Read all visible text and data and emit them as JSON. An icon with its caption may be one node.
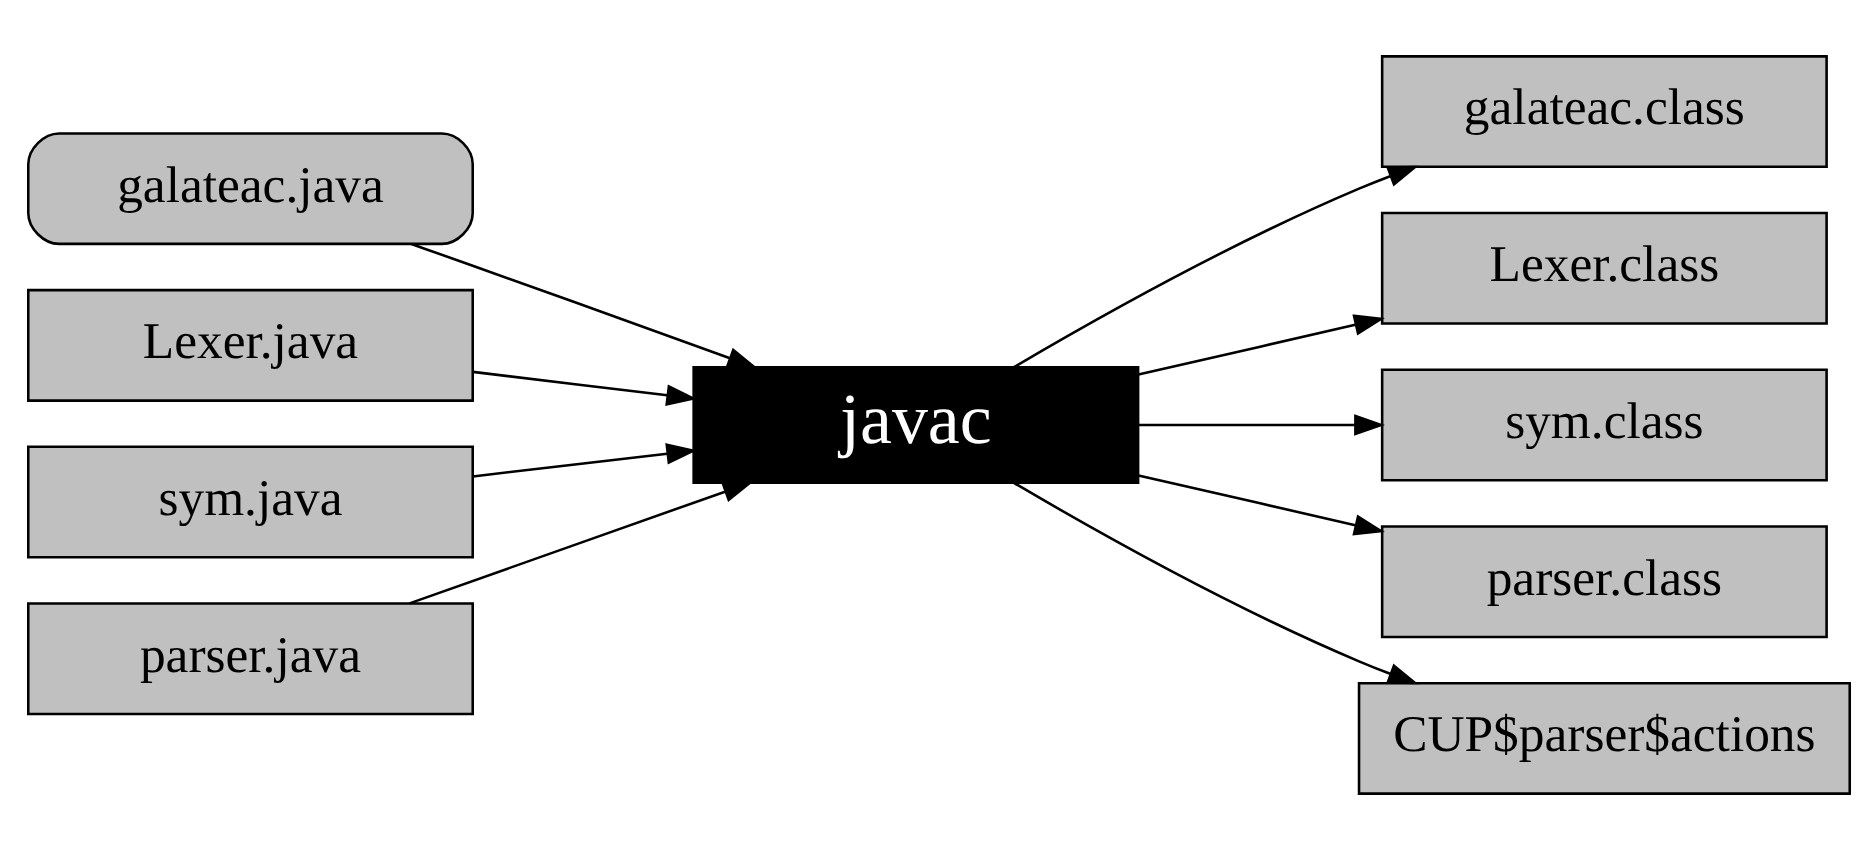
{
  "diagram": {
    "nodes": [
      {
        "text": [
          "galateac.java"
        ]
      },
      {
        "text": [
          "Lexer.java"
        ]
      },
      {
        "text": [
          "sym.java"
        ]
      },
      {
        "text": [
          "parser.java"
        ]
      },
      {
        "text": [
          "javac"
        ]
      },
      {
        "text": [
          "galateac.class"
        ]
      },
      {
        "text": [
          "Lexer.class"
        ]
      },
      {
        "text": [
          "sym.class"
        ]
      },
      {
        "text": [
          "parser.class"
        ]
      },
      {
        "text": [
          "CUP$parser$actions"
        ]
      }
    ],
    "edges": [
      {
        "from": 0,
        "to": 4,
        "arrow": "to"
      },
      {
        "from": 1,
        "to": 4,
        "arrow": "to"
      },
      {
        "from": 2,
        "to": 4,
        "arrow": "to"
      },
      {
        "from": 3,
        "to": 4,
        "arrow": "to"
      },
      {
        "from": 4,
        "to": 5,
        "arrow": "to"
      },
      {
        "from": 4,
        "to": 6,
        "arrow": "to"
      },
      {
        "from": 4,
        "to": 7,
        "arrow": "to"
      },
      {
        "from": 4,
        "to": 8,
        "arrow": "to"
      },
      {
        "from": 4,
        "to": 9,
        "arrow": "to"
      }
    ]
  }
}
